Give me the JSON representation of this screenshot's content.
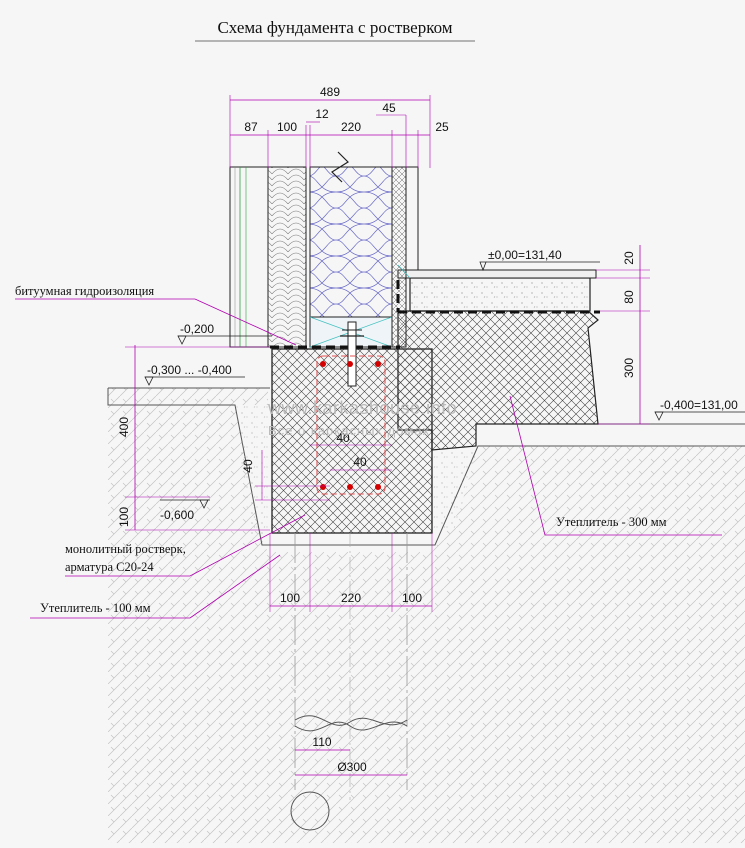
{
  "title": "Схема фундамента с ростверком",
  "dimensions": {
    "total_width": "489",
    "d87": "87",
    "d100": "100",
    "d12": "12",
    "d220": "220",
    "d45": "45",
    "d25": "25",
    "d20": "20",
    "d80": "80",
    "d300": "300",
    "d400": "400",
    "d100_left": "100",
    "d40_top": "40",
    "d40_mid": "40",
    "d40_left": "40",
    "bottom_100a": "100",
    "bottom_220": "220",
    "bottom_100b": "100",
    "pile_110": "110",
    "pile_diam": "Ø300"
  },
  "levels": {
    "zero": "±0,00=131,40",
    "m0200": "-0,200",
    "m0300": "-0,300 ... -0,400",
    "m0400": "-0,400=131,00",
    "m0600": "-0,600"
  },
  "callouts": {
    "waterproofing": "битуумная гидроизоляция",
    "grillage_line1": "монолитный ростверк,",
    "grillage_line2": "арматура С20-24",
    "insulation_100": "Утеплитель - 100 мм",
    "insulation_300": "Утеплитель - 300 мм"
  },
  "watermark": {
    "site": "www.karkashouse.info",
    "tagline": "Все о каркасных домах"
  },
  "colors": {
    "line": "#222222",
    "callout_line": "#b000b0",
    "rebar": "#d40000",
    "rebar_outline": "#e05050",
    "insulation_cross": "#6a6ac8",
    "cyan_guides": "#40c0c0",
    "green_guides": "#30a040"
  }
}
